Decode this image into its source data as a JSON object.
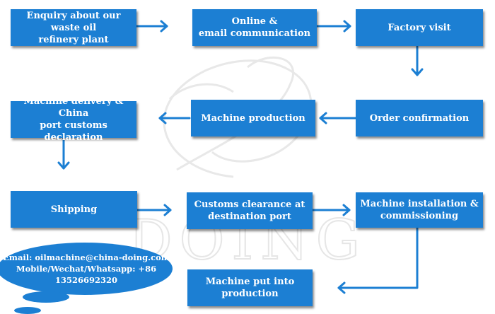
{
  "colors": {
    "box_fill": "#1c7fd3",
    "connector": "#1c7fd3",
    "text": "#ffffff",
    "watermark": "#e8e8e8"
  },
  "steps": [
    {
      "id": "enquiry",
      "label": "Enquiry about our waste oil\nrefinery plant"
    },
    {
      "id": "online",
      "label": "Online &\nemail communication"
    },
    {
      "id": "visit",
      "label": "Factory visit"
    },
    {
      "id": "order",
      "label": "Order confirmation"
    },
    {
      "id": "production",
      "label": "Machine production"
    },
    {
      "id": "delivery",
      "label": "Machine delivery & China\nport customs declaration"
    },
    {
      "id": "shipping",
      "label": "Shipping"
    },
    {
      "id": "customs",
      "label": "Customs clearance at\ndestination port"
    },
    {
      "id": "install",
      "label": "Machine installation &\ncommissioning"
    },
    {
      "id": "putinto",
      "label": "Machine put into\nproduction"
    }
  ],
  "contact": {
    "email": "Email: oilmachine@china-doing.com",
    "mobile_label": "Mobile/Wechat/Whatsapp: +86",
    "mobile_number": "13526692320"
  },
  "watermark": {
    "brand": "DOING"
  }
}
